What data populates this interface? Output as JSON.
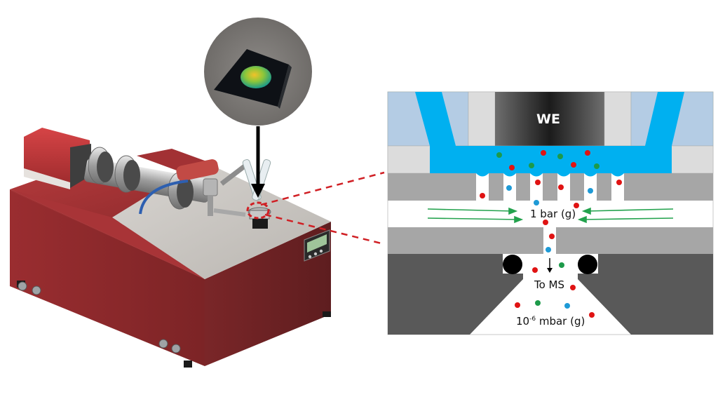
{
  "figure": {
    "instrument": {
      "description": "Red instrument cabinet with vacuum flanges, pump housing, glass tubes and display panel",
      "colors": {
        "cabinet": "#8e2a2c",
        "cabinet_top": "#a83235",
        "steel_top": "#c9c6c2",
        "pump": "#c0393b"
      }
    },
    "inset_photo": {
      "description": "Circular inset photo of sample chip with iridescent spot",
      "background": "#858280",
      "chip": "#0e1116"
    },
    "callout": {
      "color": "#d01f24",
      "style": "dashed"
    },
    "pointer_arrow": {
      "color": "#000000"
    },
    "schematic": {
      "labels": {
        "electrode": "WE",
        "pressure_high": "1 bar (g)",
        "destination": "To MS",
        "pressure_low_base": "10",
        "pressure_low_exp": "-6",
        "pressure_low_unit": " mbar (g)"
      },
      "colors": {
        "electrolyte": "#00b0f0",
        "panel_blue": "#b4cce4",
        "light_gray": "#dcdcdc",
        "mid_gray": "#a6a6a6",
        "dark_gray": "#595959",
        "oring": "#000000",
        "flow_arrow": "#23a24d",
        "particle_red": "#e01313",
        "particle_blue": "#1e9ad6",
        "particle_green": "#1d9a4a"
      },
      "particle_legend_note": "Colored dots represent species (red, blue, green) crossing membrane to MS"
    }
  }
}
